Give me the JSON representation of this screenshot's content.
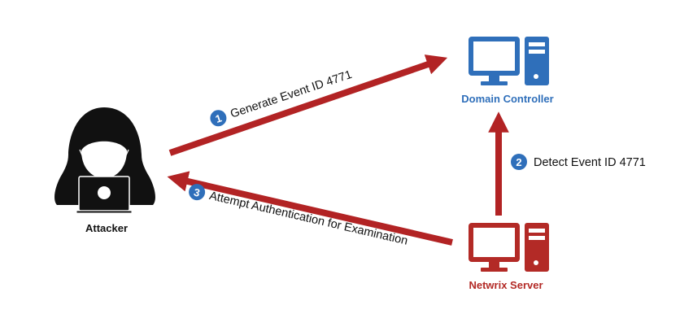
{
  "colors": {
    "arrow": "#b22324",
    "domain_controller": "#2f6fba",
    "netwrix_server": "#b32a26",
    "attacker": "#111111",
    "badge": "#2f6fba"
  },
  "nodes": {
    "attacker": {
      "label": "Attacker",
      "icon": "hooded-hacker-laptop-icon"
    },
    "domain_controller": {
      "label": "Domain Controller",
      "icon": "desktop-computer-icon"
    },
    "netwrix_server": {
      "label": "Netwrix Server",
      "icon": "desktop-computer-icon"
    }
  },
  "steps": [
    {
      "number": "1",
      "label": "Generate Event ID 4771",
      "from": "Attacker",
      "to": "Domain Controller"
    },
    {
      "number": "2",
      "label": "Detect Event ID 4771",
      "from": "Netwrix Server",
      "to": "Domain Controller"
    },
    {
      "number": "3",
      "label": "Attempt Authentication for Examination",
      "from": "Netwrix Server",
      "to": "Attacker"
    }
  ]
}
